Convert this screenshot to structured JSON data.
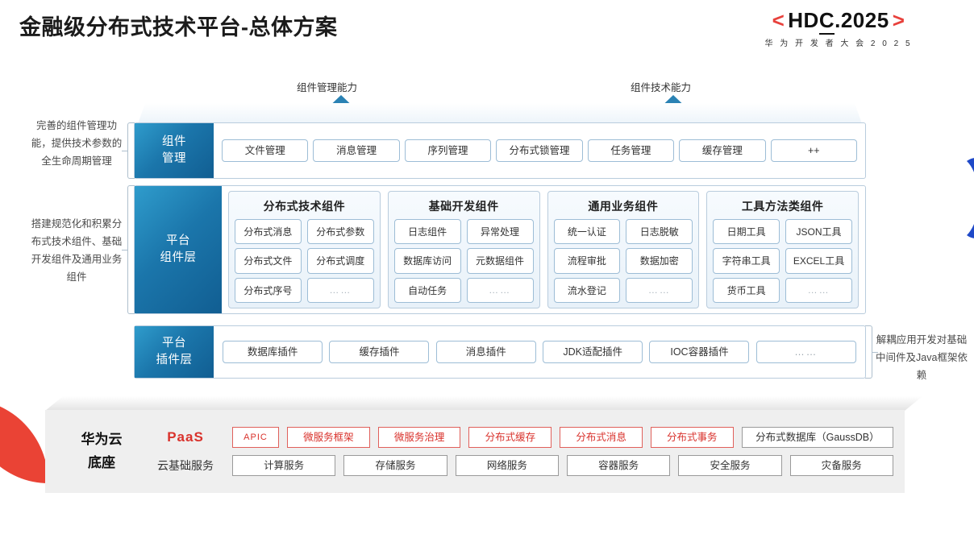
{
  "header": {
    "title": "金融级分布式技术平台-总体方案",
    "logo_prefix": "<",
    "logo_text_a": "HD",
    "logo_text_b": "C",
    "logo_text_c": ".2025",
    "logo_suffix": ">",
    "logo_sub": "华 为 开 发 者 大 会 2 0 2 5",
    "accent_red": "#e8413c"
  },
  "arrows": [
    {
      "label": "组件管理能力"
    },
    {
      "label": "组件技术能力"
    }
  ],
  "notes": {
    "left_1": "完善的组件管理功能，提供技术参数的全生命周期管理",
    "left_2": "搭建规范化和积累分布式技术组件、基础开发组件及通用业务组件",
    "right_1": "解耦应用开发对基础中间件及Java框架依赖"
  },
  "layers": {
    "management": {
      "label_line1": "组件",
      "label_line2": "管理",
      "items": [
        "文件管理",
        "消息管理",
        "序列管理",
        "分布式锁管理",
        "任务管理",
        "缓存管理",
        "++"
      ]
    },
    "component": {
      "label_line1": "平台",
      "label_line2": "组件层",
      "groups": [
        {
          "title": "分布式技术组件",
          "cells": [
            "分布式消息",
            "分布式参数",
            "分布式文件",
            "分布式调度",
            "分布式序号",
            "……"
          ]
        },
        {
          "title": "基础开发组件",
          "cells": [
            "日志组件",
            "异常处理",
            "数据库访问",
            "元数据组件",
            "自动任务",
            "……"
          ]
        },
        {
          "title": "通用业务组件",
          "cells": [
            "统一认证",
            "日志脱敏",
            "流程审批",
            "数据加密",
            "流水登记",
            "……"
          ]
        },
        {
          "title": "工具方法类组件",
          "cells": [
            "日期工具",
            "JSON工具",
            "字符串工具",
            "EXCEL工具",
            "货币工具",
            "……"
          ]
        }
      ]
    },
    "plugin": {
      "label_line1": "平台",
      "label_line2": "插件层",
      "items": [
        "数据库插件",
        "缓存插件",
        "消息插件",
        "JDK适配插件",
        "IOC容器插件",
        "……"
      ]
    }
  },
  "base": {
    "title_line1": "华为云",
    "title_line2": "底座",
    "paas_label": "PaaS",
    "cloud_label": "云基础服务",
    "paas_items": [
      {
        "label": "APIC",
        "style": "red-narrow"
      },
      {
        "label": "微服务框架",
        "style": "red"
      },
      {
        "label": "微服务治理",
        "style": "red"
      },
      {
        "label": "分布式缓存",
        "style": "red"
      },
      {
        "label": "分布式消息",
        "style": "red"
      },
      {
        "label": "分布式事务",
        "style": "red"
      },
      {
        "label": "分布式数据库（GaussDB）",
        "style": "gray"
      }
    ],
    "cloud_items": [
      "计算服务",
      "存储服务",
      "网络服务",
      "容器服务",
      "安全服务",
      "灾备服务"
    ]
  }
}
